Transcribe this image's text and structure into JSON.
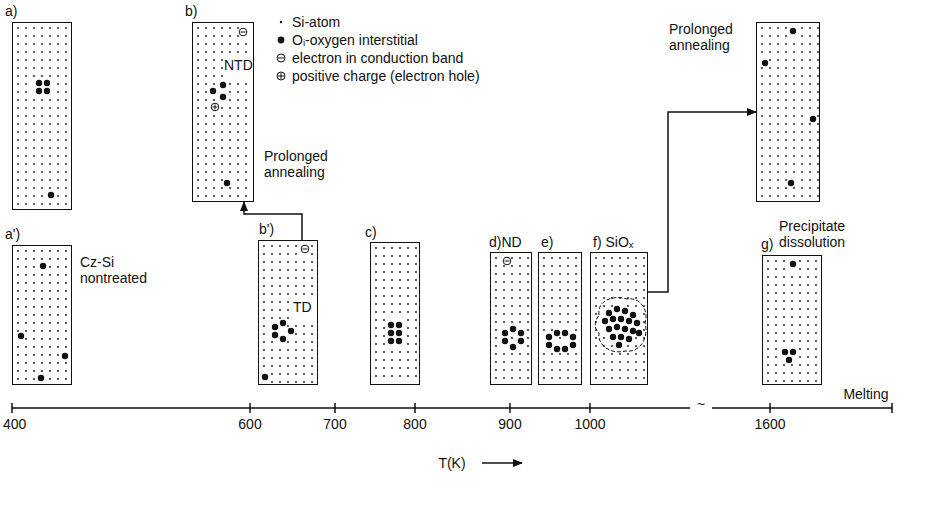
{
  "diagram": {
    "nodes": [
      {
        "text": [
          "a)"
        ]
      },
      {
        "text": [
          "b)",
          "NTD"
        ]
      },
      {
        "text": [
          "Prolonged annealing"
        ]
      },
      {
        "text": [
          "a')"
        ]
      },
      {
        "text": [
          "b')",
          "TD"
        ]
      },
      {
        "text": [
          "c)"
        ]
      },
      {
        "text": [
          "d)ND"
        ]
      },
      {
        "text": [
          "e)"
        ]
      },
      {
        "text": [
          "f) SiOₓ"
        ]
      },
      {
        "text": [
          "g)",
          "Precipitate dissolution"
        ]
      }
    ],
    "edges": [
      {
        "from": 4,
        "to": 1,
        "arrow": "to",
        "label": "Prolonged annealing"
      },
      {
        "from": 8,
        "to": 2,
        "arrow": "to"
      }
    ],
    "labels": [
      "Cz-Si nontreated",
      "400",
      "600",
      "700",
      "800",
      "900",
      "1000",
      "~",
      "1600",
      "Melting",
      "T(K)"
    ],
    "legend": [
      {
        "text": "Si-atom"
      },
      {
        "text": "Oᵢ-oxygen interstitial"
      },
      {
        "text": "electron in conduction band"
      },
      {
        "text": "positive charge (electron hole)"
      }
    ]
  }
}
